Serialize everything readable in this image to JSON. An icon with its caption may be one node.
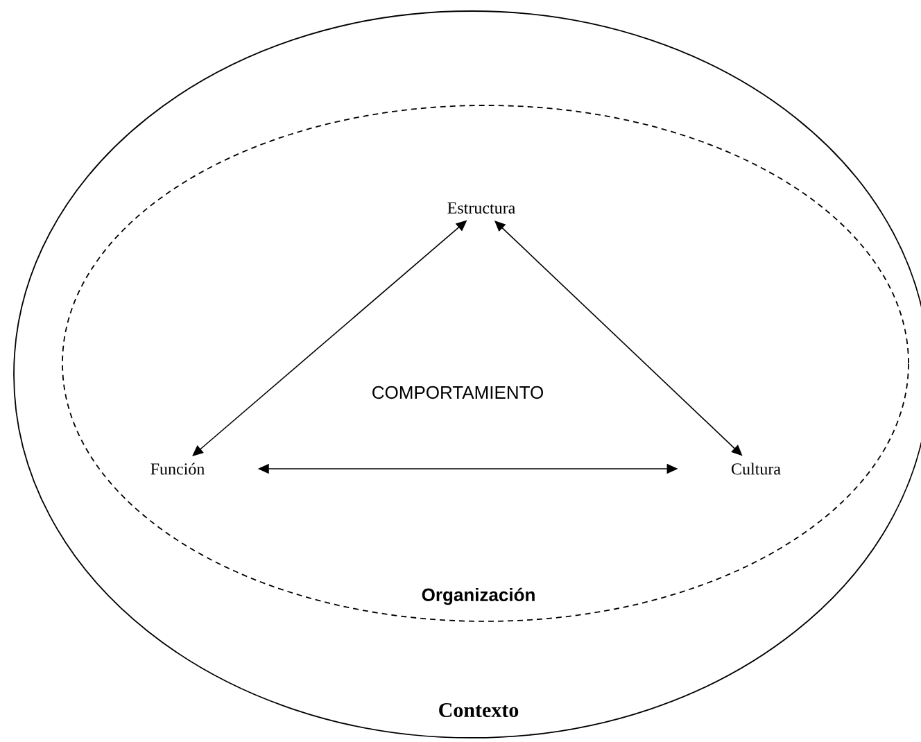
{
  "diagram": {
    "nodes": [
      {
        "text": [
          "Contexto"
        ]
      },
      {
        "text": [
          "Organización"
        ],
        "in": 0
      },
      {
        "text": [
          "Estructura"
        ],
        "in": 1
      },
      {
        "text": [
          "Función"
        ],
        "in": 1
      },
      {
        "text": [
          "Cultura"
        ],
        "in": 1
      }
    ],
    "edges": [
      {
        "from": 3,
        "to": 2,
        "arrow": "both"
      },
      {
        "from": 4,
        "to": 2,
        "arrow": "both"
      },
      {
        "from": 3,
        "to": 4,
        "arrow": "both"
      }
    ],
    "labels": [
      "COMPORTAMIENTO"
    ]
  }
}
